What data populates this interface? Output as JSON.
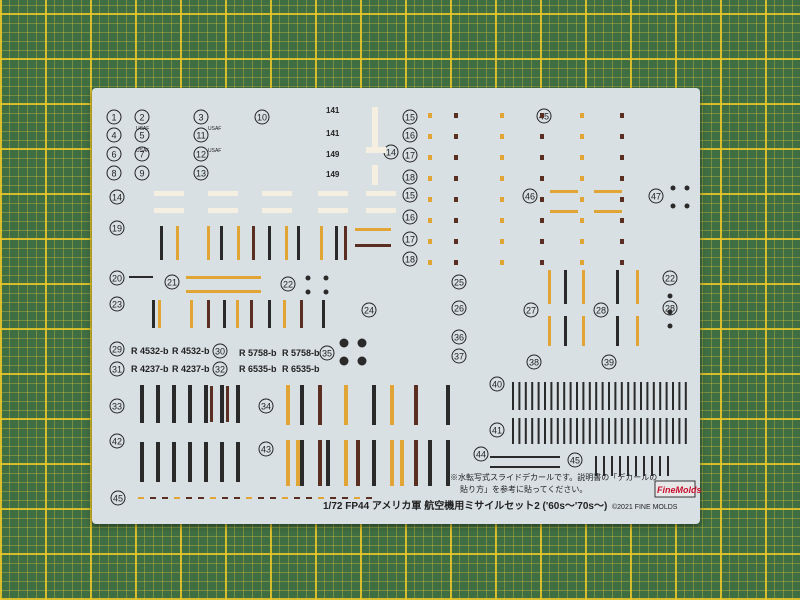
{
  "numbers": [
    "1",
    "2",
    "3",
    "10",
    "4",
    "5",
    "11",
    "6",
    "7",
    "12",
    "8",
    "9",
    "13",
    "14",
    "19",
    "20",
    "21",
    "22",
    "23",
    "29",
    "30",
    "31",
    "32",
    "35",
    "33",
    "34",
    "42",
    "43",
    "45",
    "15",
    "16",
    "17",
    "18",
    "25",
    "26",
    "36",
    "37",
    "27",
    "28",
    "38",
    "39",
    "40",
    "41",
    "44",
    "46",
    "47",
    "24"
  ],
  "markings": {
    "usaf": "USAF",
    "n141": "141",
    "n149": "149",
    "r4532": "R 4532-b",
    "r4237": "R 4237-b",
    "r5758": "R 5758-b",
    "r6535": "R 6535-b"
  },
  "title": "1/72 FP44 アメリカ軍 航空機用ミサイルセット2 ('60s〜'70s〜)",
  "copyright": "©2021 FINE MOLDS",
  "note_line1": "※水転写式スライドデカールです。説明書の「デカールの",
  "note_line2": "貼り方」を参考に貼ってください。",
  "logo": "FineMolds",
  "colors": {
    "sheet": "#d8e0e4",
    "orange": "#e0a534",
    "brown": "#5a2e20",
    "black": "#2a2a2a",
    "cream": "#f4efe0",
    "mat_green": "#3f6e42",
    "grid_yellow": "#ebc828"
  }
}
